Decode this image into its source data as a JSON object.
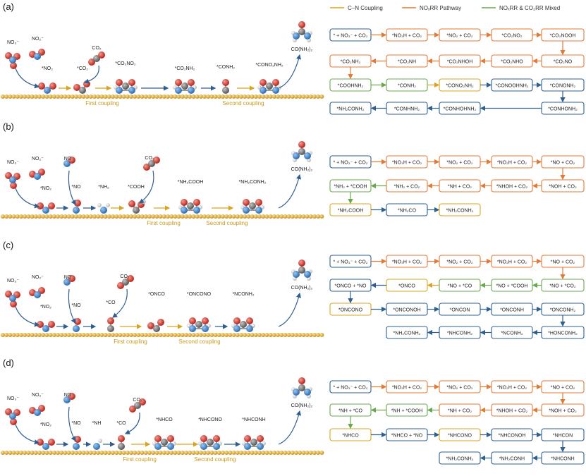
{
  "colors": {
    "cn_coupling": "#d9a520",
    "noxrr": "#e07b39",
    "mixed": "#6aa84f",
    "blue": "#2f5f8f",
    "surface": "#e8b84a",
    "oxygen": "#d63a2f",
    "nitrogen": "#4a90d9",
    "carbon": "#808080",
    "hydrogen": "#e6e6e6"
  },
  "legend": {
    "items": [
      {
        "label": "C–N Coupling",
        "color": "#d9a520"
      },
      {
        "label": "NOₓRR Pathway",
        "color": "#e07b39"
      },
      {
        "label": "NOₓRR & CO₂RR Mixed",
        "color": "#6aa84f"
      }
    ]
  },
  "panels": [
    {
      "id": "a",
      "label": "(a)",
      "first_coupling": "First coupling",
      "second_coupling": "Second coupling",
      "product": "CO(NH₂)₂",
      "species": [
        "NO₃⁻",
        "NO₂⁻",
        "*NO₂",
        "CO₂",
        "*CO₂",
        "*CO₂NO₂",
        "*CO₂NH₂",
        "*CONH₂",
        "*CONO₂NH₂"
      ],
      "boxes": [
        "* + NO₃⁻ + CO₂",
        "*NO₃H + CO₂",
        "*NO₂ + CO₂",
        "*CO₂NO₂",
        "*CO₂NOOH",
        "*CO₂NH₂",
        "*CO₂NH",
        "*CO₂NHOH",
        "*CO₂NHO",
        "*CO₂NO",
        "*COOHNH₂",
        "*CONH₂",
        "*CONO₂NH₂",
        "*CONOOHNH₂",
        "*CONONH₂",
        "*NH₂CONH₂",
        "*CONHNH₂",
        "*CONHOHNH₂",
        "*CONHONH₂"
      ]
    },
    {
      "id": "b",
      "label": "(b)",
      "first_coupling": "First coupling",
      "second_coupling": "Second coupling",
      "product": "CO(NH₂)₂",
      "species": [
        "NO₃⁻",
        "NO₂⁻",
        "NO",
        "*NO₂",
        "*NO",
        "*NH₂",
        "CO₂",
        "*COOH",
        "*NH₂COOH",
        "*NH₂CONH₂"
      ],
      "boxes": [
        "* + NO₃⁻ + CO₂",
        "*NO₃H + CO₂",
        "*NO₂ + CO₂",
        "*NO₂H + CO₂",
        "*NO + CO₂",
        "*NH₂ + *COOH",
        "*NH₂ + CO₂",
        "*NH + CO₂",
        "*NHOH + CO₂",
        "*NOH + CO₂",
        "*NH₂COOH",
        "*NH₂CO",
        "*NH₂CONH₂"
      ]
    },
    {
      "id": "c",
      "label": "(c)",
      "first_coupling": "First coupling",
      "second_coupling": "Second coupling",
      "product": "CO(NH₂)₂",
      "species": [
        "NO₃⁻",
        "NO₂⁻",
        "NO",
        "*NO₂",
        "*NO",
        "CO₂",
        "*CO",
        "*ONCO",
        "*ONCONO",
        "*NCONH₂"
      ],
      "boxes": [
        "* + NO₃⁻ + CO₂",
        "*NO₃H + CO₂",
        "*NO₂ + CO₂",
        "*NO₂H + CO₂",
        "*NO + CO₂",
        "*ONCO + *NO",
        "*ONCO",
        "*NO + *CO",
        "*NO + *COOH",
        "*NO + *CO₂",
        "*ONCONO",
        "*ONCONOH",
        "*ONCON",
        "*ONCONH",
        "*ONCONH₂",
        "*NH₂CONH₂",
        "*NHCONH₂",
        "*NCONH₂",
        "*HONCONH₂"
      ]
    },
    {
      "id": "d",
      "label": "(d)",
      "first_coupling": "First coupling",
      "second_coupling": "Second coupling",
      "product": "CO(NH₂)₂",
      "species": [
        "NO₃⁻",
        "NO₂⁻",
        "NO",
        "*NO₂",
        "*NO",
        "*NH",
        "CO₂",
        "*CO",
        "*NHCO",
        "*NHCONO",
        "*NHCONH"
      ],
      "boxes": [
        "* + NO₃⁻ + CO₂",
        "*NO₃H + CO₂",
        "*NO₂ + CO₂",
        "*NO₂H + CO₂",
        "*NO + CO₂",
        "*NH + *CO",
        "*NH + *COOH",
        "*NH + CO₂",
        "*NHOH + CO₂",
        "*NOH + CO₂",
        "*NHCO",
        "*NHCO + *NO",
        "*NHCONO",
        "*NHCONOH",
        "*NHCON",
        "*NH₂CONH₂",
        "*NH₂CONH",
        "*NHCONH"
      ]
    }
  ]
}
